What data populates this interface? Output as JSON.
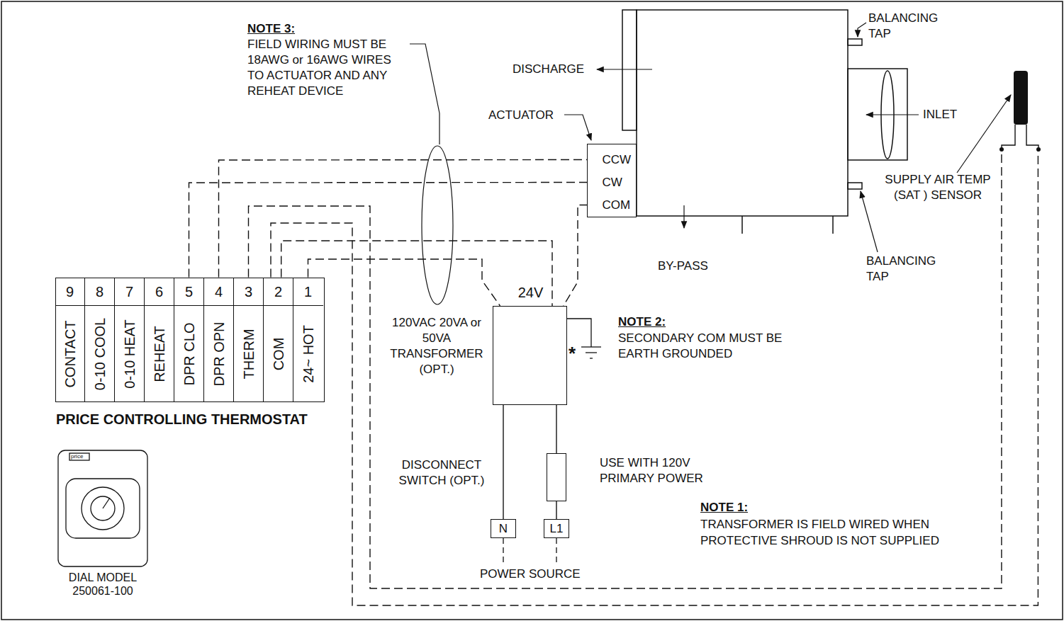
{
  "diagram": {
    "nodes": [
      {
        "text": [
          "PRICE CONTROLLING THERMOSTAT"
        ]
      },
      {
        "text": [
          "9",
          "CONTACT"
        ],
        "in": 0
      },
      {
        "text": [
          "8",
          "0-10 COOL"
        ],
        "in": 0
      },
      {
        "text": [
          "7",
          "0-10 HEAT"
        ],
        "in": 0
      },
      {
        "text": [
          "6",
          "REHEAT"
        ],
        "in": 0
      },
      {
        "text": [
          "5",
          "DPR CLO"
        ],
        "in": 0
      },
      {
        "text": [
          "4",
          "DPR OPN"
        ],
        "in": 0
      },
      {
        "text": [
          "3",
          "THERM"
        ],
        "in": 0
      },
      {
        "text": [
          "2",
          "COM"
        ],
        "in": 0
      },
      {
        "text": [
          "1",
          "24~ HOT"
        ],
        "in": 0
      },
      {
        "text": [
          "ACTUATOR"
        ]
      },
      {
        "text": [
          "CCW"
        ],
        "in": 10
      },
      {
        "text": [
          "CW"
        ],
        "in": 10
      },
      {
        "text": [
          "COM"
        ],
        "in": 10
      },
      {
        "text": [
          "SUPPLY AIR TEMP (SAT ) SENSOR"
        ]
      },
      {
        "text": [
          "24V",
          "120VAC 20VA or 50VA TRANSFORMER (OPT.)"
        ]
      },
      {
        "text": [
          "DISCONNECT SWITCH (OPT.)",
          "USE WITH 120V PRIMARY POWER"
        ]
      },
      {
        "text": [
          "N"
        ]
      },
      {
        "text": [
          "L1"
        ]
      }
    ],
    "edges": [
      {
        "from": 9,
        "to": 15,
        "arrow": "none"
      },
      {
        "from": 8,
        "to": 15,
        "arrow": "none"
      },
      {
        "from": 8,
        "to": 14,
        "arrow": "none"
      },
      {
        "from": 7,
        "to": 14,
        "arrow": "none"
      },
      {
        "from": 6,
        "to": 11,
        "arrow": "none"
      },
      {
        "from": 5,
        "to": 12,
        "arrow": "none"
      },
      {
        "from": 13,
        "to": 15,
        "arrow": "none"
      },
      {
        "from": 15,
        "to": 16,
        "arrow": "none"
      },
      {
        "from": 16,
        "to": 18,
        "arrow": "none"
      },
      {
        "from": 15,
        "to": 17,
        "arrow": "none"
      }
    ],
    "labels": [
      "NOTE 3:",
      "FIELD WIRING MUST BE 18AWG or 16AWG WIRES TO ACTUATOR AND ANY REHEAT DEVICE",
      "DISCHARGE",
      "BALANCING TAP",
      "INLET",
      "BALANCING TAP",
      "BY-PASS",
      "NOTE 2:",
      "SECONDARY COM MUST BE EARTH GROUNDED",
      "*",
      "NOTE 1:",
      "TRANSFORMER IS FIELD WIRED WHEN PROTECTIVE SHROUD IS NOT SUPPLIED",
      "POWER SOURCE",
      "price",
      "DIAL MODEL 250061-100"
    ]
  }
}
